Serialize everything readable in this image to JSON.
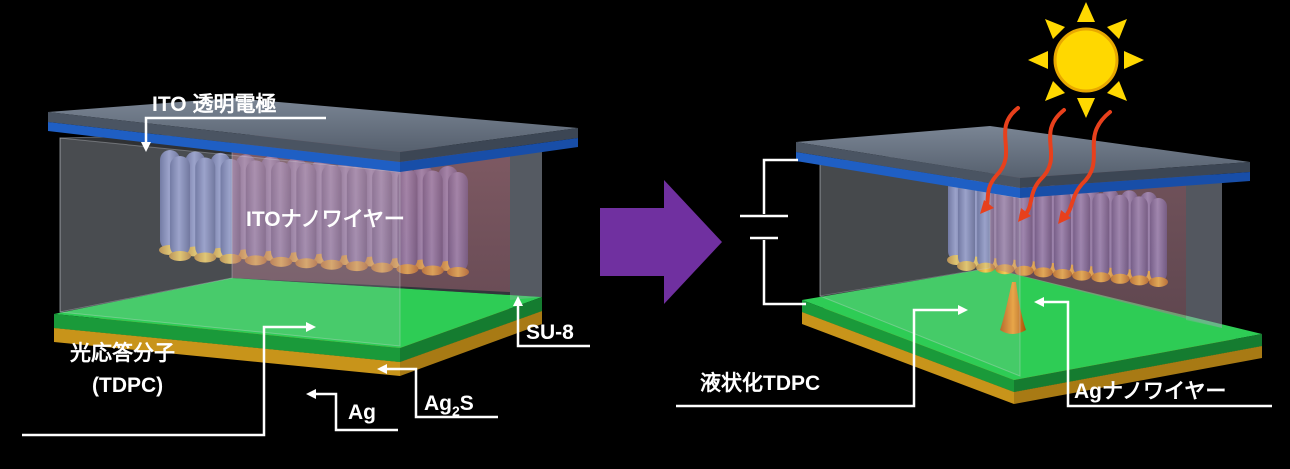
{
  "left": {
    "labels": {
      "ito_electrode": "ITO 透明電極",
      "ito_nanowire": "ITOナノワイヤー",
      "molecule_line1": "光応答分子",
      "molecule_line2": "(TDPC)",
      "su8": "SU-8",
      "ag2s_base": "Ag",
      "ag2s_sub": "2",
      "ag2s_tail": "S",
      "ag": "Ag"
    }
  },
  "right": {
    "labels": {
      "liquid_tdpc": "液状化TDPC",
      "ag_nanowire": "Agナノワイヤー"
    }
  },
  "colors": {
    "background": "#000000",
    "electrode_top": "#5f6b7a",
    "electrode_blue": "#1f5fc4",
    "nanowire": "#6f78b8",
    "nanowire_tip": "#f0b020",
    "green_layer": "#1fb24a",
    "ag_layer": "#e6b21a",
    "arrow": "#7030a0",
    "sun": "#ffd800",
    "light_ray": "#e8401c",
    "text": "#ffffff"
  }
}
